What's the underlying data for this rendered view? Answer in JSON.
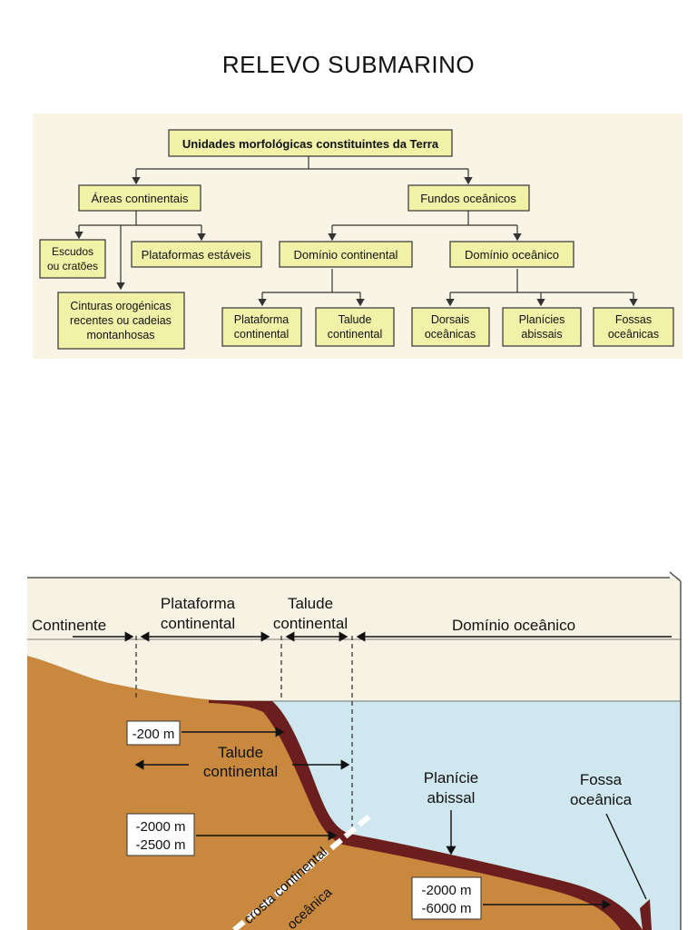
{
  "page": {
    "title": "RELEVO SUBMARINO"
  },
  "tree": {
    "root": "Unidades morfológicas constituintes da Terra",
    "continental_areas": "Áreas continentais",
    "ocean_floors": "Fundos oceânicos",
    "shields": [
      "Escudos",
      "ou cratões"
    ],
    "stable_platforms": "Plataformas estáveis",
    "orogenic_belts": [
      "Cinturas orogénicas",
      "recentes ou cadeias",
      "montanhosas"
    ],
    "continental_domain": "Domínio continental",
    "oceanic_domain": "Domínio oceânico",
    "continental_shelf": [
      "Plataforma",
      "continental"
    ],
    "continental_slope": [
      "Talude",
      "continental"
    ],
    "oceanic_ridges": [
      "Dorsais",
      "oceânicas"
    ],
    "abyssal_plains": [
      "Planícies",
      "abissais"
    ],
    "oceanic_trenches": [
      "Fossas",
      "oceânicas"
    ]
  },
  "profile": {
    "continent": "Continente",
    "shelf": [
      "Plataforma",
      "continental"
    ],
    "slope_top": [
      "Talude",
      "continental"
    ],
    "oceanic_domain": "Domínio oceânico",
    "depth_200": "-200 m",
    "slope_mid": [
      "Talude",
      "continental"
    ],
    "abyssal_plain": [
      "Planície",
      "abissal"
    ],
    "trench": [
      "Fossa",
      "oceânica"
    ],
    "depth_2000_2500": [
      "-2000 m",
      "-2500 m"
    ],
    "depth_2000_6000": [
      "-2000 m",
      "-6000 m"
    ],
    "crust": [
      "crosta continental",
      "oceânica"
    ],
    "colors": {
      "land": "#c8893e",
      "sediment": "#6b1e1e",
      "sea": "#cfe8ef",
      "sky": "#f7f3e4",
      "box": "#f1f2a8"
    }
  }
}
